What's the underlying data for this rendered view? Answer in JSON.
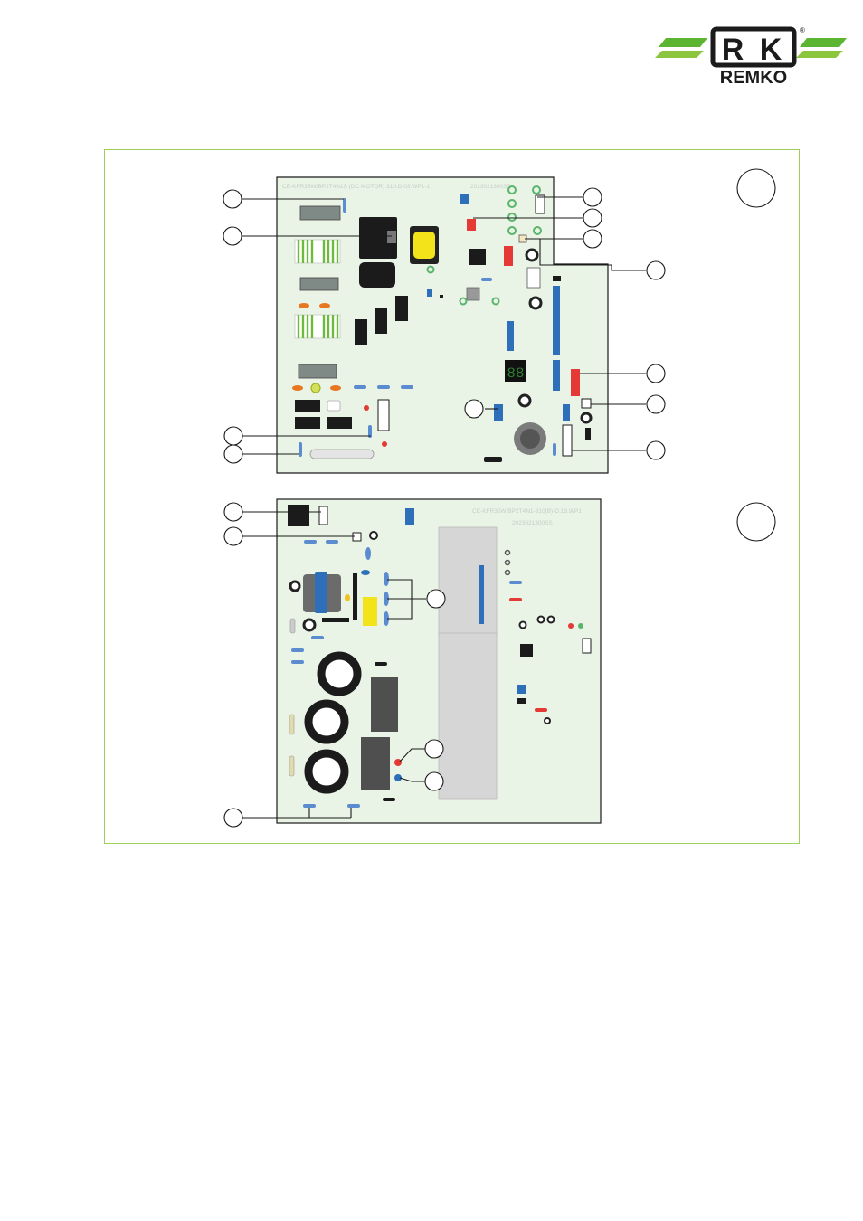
{
  "brand": {
    "name": "REMKO",
    "registered_mark": "®",
    "colors": {
      "green": "#5cb531",
      "dark": "#1b1b1b"
    }
  },
  "figure": {
    "frame_color": "#9fd15a",
    "board_color": "#e9f3e6",
    "boards": [
      {
        "silkscreen": "CE-KFR35W/BP2T4N1S (DC MOTOR) 310.D.03.WP1-1",
        "serial": "2023021300SS"
      },
      {
        "silkscreen": "CE-KFR35W/BP2T4N1-310(B)-D.13.WP1",
        "serial": "2023021300SS"
      }
    ]
  }
}
